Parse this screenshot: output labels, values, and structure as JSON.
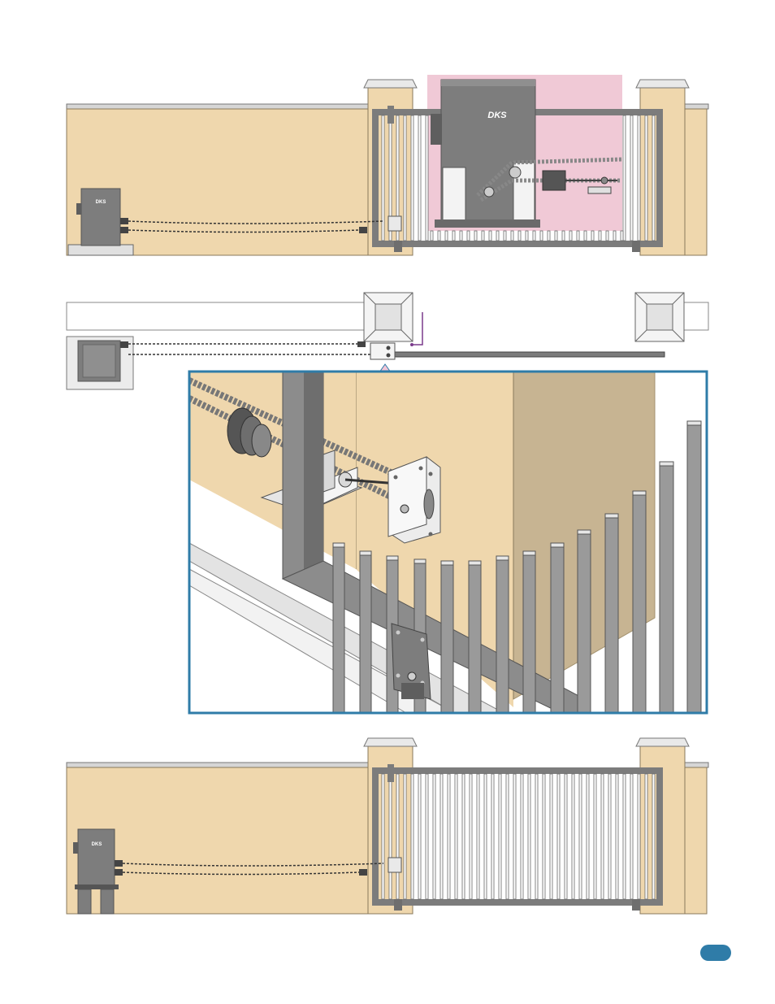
{
  "brand": {
    "logo_text": "DKS"
  },
  "page_number": "",
  "colors": {
    "wall": "#efd7ad",
    "wall_cap": "#d6d6d6",
    "wall_shadow": "#e2c99b",
    "pillar_cap": "#e9e9e9",
    "gate_frame": "#8c8c8c",
    "gate_dark": "#6e6e6e",
    "operator_body": "#7d7d7d",
    "operator_light": "#a7a7a7",
    "highlight_bg": "#f0c9d6",
    "arrow": "#f2c6d8",
    "detail_border": "#2f7ca8",
    "leader_line": "#7a3a8c",
    "box_shade": "#c7b492",
    "badge": "#2f7ca8"
  },
  "panels": [
    {
      "id": "elevation-pad-mount",
      "operator_mount": "concrete-pad"
    },
    {
      "id": "plan-view",
      "operator_mount": "pad-top-view"
    },
    {
      "id": "detail-chain-bracket",
      "components": [
        "chain",
        "idler-wheel",
        "chain-bracket",
        "v-groove-wheel",
        "track",
        "gate-pickets"
      ]
    },
    {
      "id": "elevation-post-mount",
      "operator_mount": "posts"
    }
  ]
}
